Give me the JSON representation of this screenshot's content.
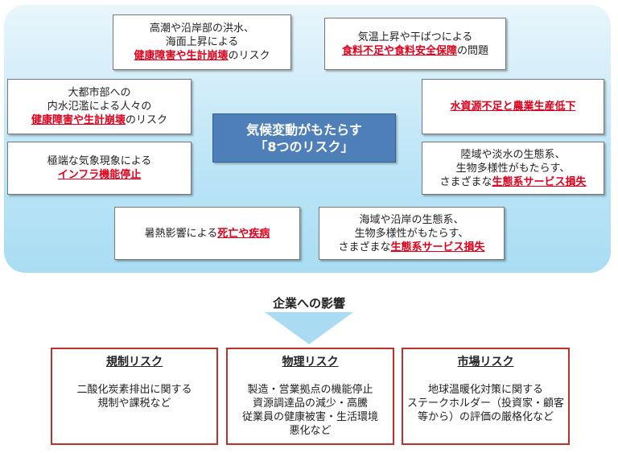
{
  "center": {
    "line1": "気候変動がもたらす",
    "line2": "「8つのリスク」"
  },
  "risks": [
    {
      "pre_lines": [
        "高潮や沿岸部の洪水、",
        "海面上昇による"
      ],
      "highlight": "健康障害や生計崩壊",
      "post": "のリスク"
    },
    {
      "pre_lines": [
        "気温上昇や干ばつによる"
      ],
      "highlight": "食料不足や食料安全保障",
      "post": "の問題"
    },
    {
      "pre_lines": [
        "大都市部への",
        "内水氾濫による人々の"
      ],
      "highlight": "健康障害や生計崩壊",
      "post": "のリスク"
    },
    {
      "pre_lines": [],
      "highlight": "水資源不足と農業生産低下",
      "post": ""
    },
    {
      "pre_lines": [
        "極端な気象現象による"
      ],
      "highlight": "インフラ機能停止",
      "post": ""
    },
    {
      "pre_lines": [
        "陸域や淡水の生態系、",
        "生物多様性がもたらす、"
      ],
      "inline_pre": "さまざまな",
      "highlight": "生態系サービス損失",
      "post": ""
    },
    {
      "pre_lines": [],
      "inline_pre": "暑熱影響による",
      "highlight": "死亡や疾病",
      "post": ""
    },
    {
      "pre_lines": [
        "海域や沿岸の生態系、",
        "生物多様性がもたらす、"
      ],
      "inline_pre": "さまざまな",
      "highlight": "生態系サービス損失",
      "post": ""
    }
  ],
  "impact_label": "企業への影響",
  "corporate": [
    {
      "title": "規制リスク",
      "lines": [
        "二酸化炭素排出に関する",
        "規制や課税など"
      ]
    },
    {
      "title": "物理リスク",
      "lines": [
        "製造・営業拠点の機能停止",
        "資源調達品の減少・高騰",
        "従業員の健康被害・生活環境",
        "悪化など"
      ]
    },
    {
      "title": "市場リスク",
      "lines": [
        "地球温暖化対策に関する",
        "ステークホルダー（投資家・顧客",
        "等から）の評価の厳格化など"
      ]
    }
  ],
  "colors": {
    "highlight": "#e0001b",
    "center_fill": "#4f7fb8",
    "corporate_border": "#c0302b",
    "arrow": "#a9dcf2"
  }
}
